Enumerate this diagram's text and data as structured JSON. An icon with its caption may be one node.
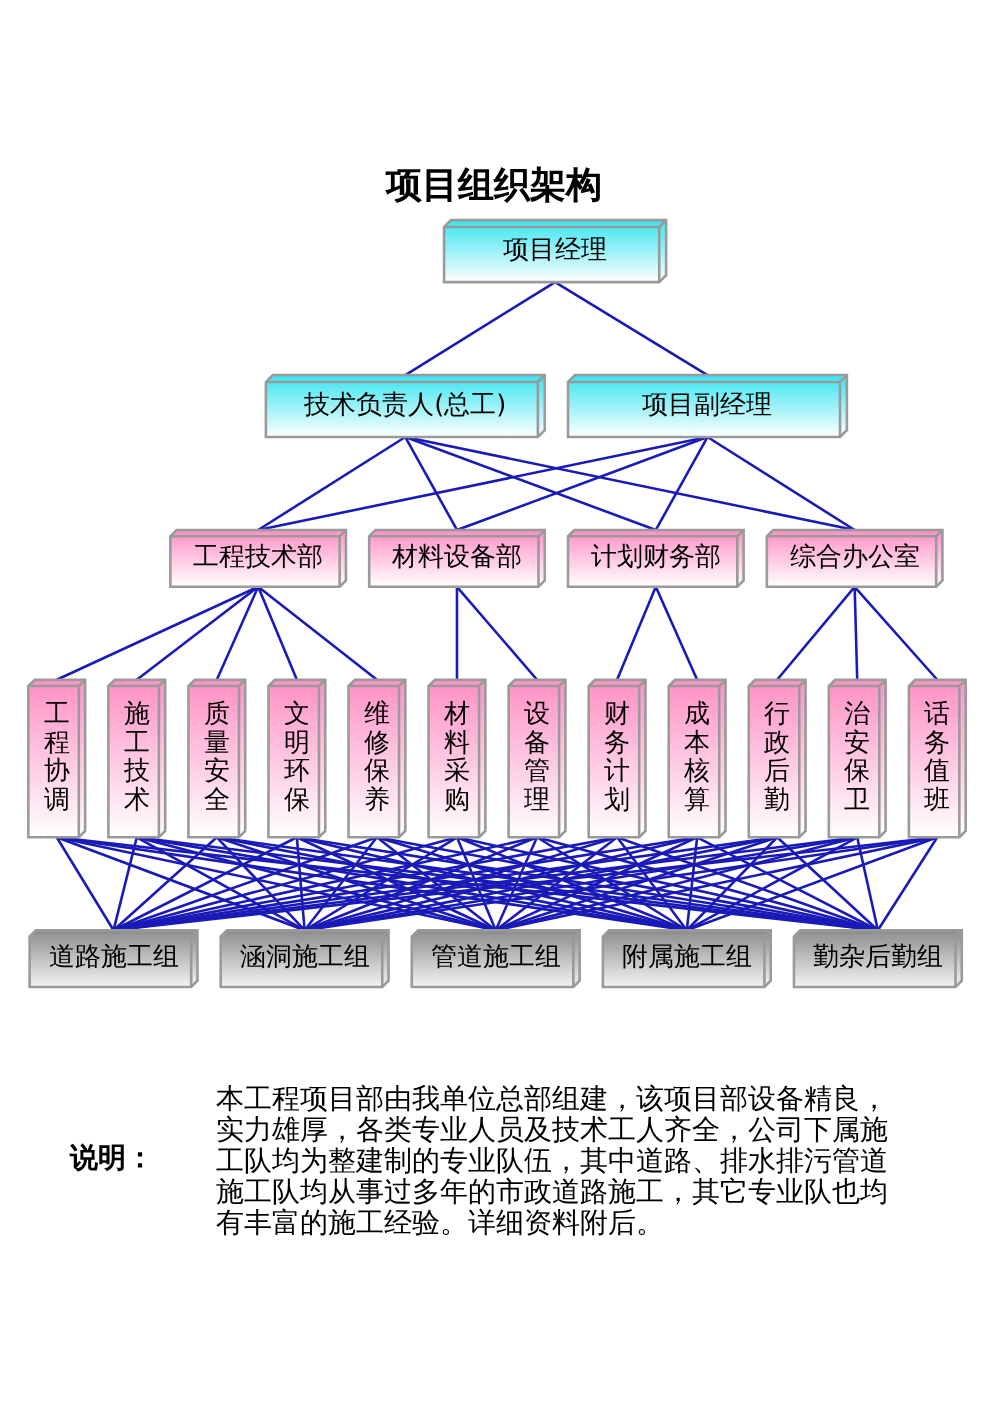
{
  "diagram": {
    "title": "项目组织架构",
    "nodes": [
      {
        "text": [
          "项目经理"
        ]
      },
      {
        "text": [
          "技术负责人(总工)"
        ]
      },
      {
        "text": [
          "项目副经理"
        ]
      },
      {
        "text": [
          "工程技术部"
        ]
      },
      {
        "text": [
          "材料设备部"
        ]
      },
      {
        "text": [
          "计划财务部"
        ]
      },
      {
        "text": [
          "综合办公室"
        ]
      },
      {
        "text": [
          "工程协调"
        ]
      },
      {
        "text": [
          "施工技术"
        ]
      },
      {
        "text": [
          "质量安全"
        ]
      },
      {
        "text": [
          "文明环保"
        ]
      },
      {
        "text": [
          "维修保养"
        ]
      },
      {
        "text": [
          "材料采购"
        ]
      },
      {
        "text": [
          "设备管理"
        ]
      },
      {
        "text": [
          "财务计划"
        ]
      },
      {
        "text": [
          "成本核算"
        ]
      },
      {
        "text": [
          "行政后勤"
        ]
      },
      {
        "text": [
          "治安保卫"
        ]
      },
      {
        "text": [
          "话务值班"
        ]
      },
      {
        "text": [
          "道路施工组"
        ]
      },
      {
        "text": [
          "涵洞施工组"
        ]
      },
      {
        "text": [
          "管道施工组"
        ]
      },
      {
        "text": [
          "附属施工组"
        ]
      },
      {
        "text": [
          "勤杂后勤组"
        ]
      }
    ],
    "edges": [
      {
        "from": 0,
        "to": 1,
        "arrow": "none"
      },
      {
        "from": 0,
        "to": 2,
        "arrow": "none"
      },
      {
        "from": 1,
        "to": 3,
        "arrow": "none"
      },
      {
        "from": 1,
        "to": 4,
        "arrow": "none"
      },
      {
        "from": 1,
        "to": 5,
        "arrow": "none"
      },
      {
        "from": 1,
        "to": 6,
        "arrow": "none"
      },
      {
        "from": 2,
        "to": 3,
        "arrow": "none"
      },
      {
        "from": 2,
        "to": 4,
        "arrow": "none"
      },
      {
        "from": 2,
        "to": 5,
        "arrow": "none"
      },
      {
        "from": 2,
        "to": 6,
        "arrow": "none"
      },
      {
        "from": 3,
        "to": 7,
        "arrow": "none"
      },
      {
        "from": 3,
        "to": 8,
        "arrow": "none"
      },
      {
        "from": 3,
        "to": 9,
        "arrow": "none"
      },
      {
        "from": 3,
        "to": 10,
        "arrow": "none"
      },
      {
        "from": 3,
        "to": 11,
        "arrow": "none"
      },
      {
        "from": 4,
        "to": 12,
        "arrow": "none"
      },
      {
        "from": 4,
        "to": 13,
        "arrow": "none"
      },
      {
        "from": 5,
        "to": 14,
        "arrow": "none"
      },
      {
        "from": 5,
        "to": 15,
        "arrow": "none"
      },
      {
        "from": 6,
        "to": 16,
        "arrow": "none"
      },
      {
        "from": 6,
        "to": 17,
        "arrow": "none"
      },
      {
        "from": 6,
        "to": 18,
        "arrow": "none"
      },
      {
        "from": 7,
        "to": 19,
        "arrow": "none"
      },
      {
        "from": 7,
        "to": 20,
        "arrow": "none"
      },
      {
        "from": 7,
        "to": 21,
        "arrow": "none"
      },
      {
        "from": 7,
        "to": 22,
        "arrow": "none"
      },
      {
        "from": 7,
        "to": 23,
        "arrow": "none"
      },
      {
        "from": 8,
        "to": 19,
        "arrow": "none"
      },
      {
        "from": 8,
        "to": 20,
        "arrow": "none"
      },
      {
        "from": 8,
        "to": 21,
        "arrow": "none"
      },
      {
        "from": 8,
        "to": 22,
        "arrow": "none"
      },
      {
        "from": 8,
        "to": 23,
        "arrow": "none"
      },
      {
        "from": 9,
        "to": 19,
        "arrow": "none"
      },
      {
        "from": 9,
        "to": 20,
        "arrow": "none"
      },
      {
        "from": 9,
        "to": 21,
        "arrow": "none"
      },
      {
        "from": 9,
        "to": 22,
        "arrow": "none"
      },
      {
        "from": 9,
        "to": 23,
        "arrow": "none"
      },
      {
        "from": 10,
        "to": 19,
        "arrow": "none"
      },
      {
        "from": 10,
        "to": 20,
        "arrow": "none"
      },
      {
        "from": 10,
        "to": 21,
        "arrow": "none"
      },
      {
        "from": 10,
        "to": 22,
        "arrow": "none"
      },
      {
        "from": 10,
        "to": 23,
        "arrow": "none"
      },
      {
        "from": 11,
        "to": 19,
        "arrow": "none"
      },
      {
        "from": 11,
        "to": 20,
        "arrow": "none"
      },
      {
        "from": 11,
        "to": 21,
        "arrow": "none"
      },
      {
        "from": 11,
        "to": 22,
        "arrow": "none"
      },
      {
        "from": 11,
        "to": 23,
        "arrow": "none"
      },
      {
        "from": 12,
        "to": 19,
        "arrow": "none"
      },
      {
        "from": 12,
        "to": 20,
        "arrow": "none"
      },
      {
        "from": 12,
        "to": 21,
        "arrow": "none"
      },
      {
        "from": 12,
        "to": 22,
        "arrow": "none"
      },
      {
        "from": 12,
        "to": 23,
        "arrow": "none"
      },
      {
        "from": 13,
        "to": 19,
        "arrow": "none"
      },
      {
        "from": 13,
        "to": 20,
        "arrow": "none"
      },
      {
        "from": 13,
        "to": 21,
        "arrow": "none"
      },
      {
        "from": 13,
        "to": 22,
        "arrow": "none"
      },
      {
        "from": 13,
        "to": 23,
        "arrow": "none"
      },
      {
        "from": 14,
        "to": 19,
        "arrow": "none"
      },
      {
        "from": 14,
        "to": 20,
        "arrow": "none"
      },
      {
        "from": 14,
        "to": 21,
        "arrow": "none"
      },
      {
        "from": 14,
        "to": 22,
        "arrow": "none"
      },
      {
        "from": 14,
        "to": 23,
        "arrow": "none"
      },
      {
        "from": 15,
        "to": 19,
        "arrow": "none"
      },
      {
        "from": 15,
        "to": 20,
        "arrow": "none"
      },
      {
        "from": 15,
        "to": 21,
        "arrow": "none"
      },
      {
        "from": 15,
        "to": 22,
        "arrow": "none"
      },
      {
        "from": 15,
        "to": 23,
        "arrow": "none"
      },
      {
        "from": 16,
        "to": 19,
        "arrow": "none"
      },
      {
        "from": 16,
        "to": 20,
        "arrow": "none"
      },
      {
        "from": 16,
        "to": 21,
        "arrow": "none"
      },
      {
        "from": 16,
        "to": 22,
        "arrow": "none"
      },
      {
        "from": 16,
        "to": 23,
        "arrow": "none"
      },
      {
        "from": 17,
        "to": 19,
        "arrow": "none"
      },
      {
        "from": 17,
        "to": 20,
        "arrow": "none"
      },
      {
        "from": 17,
        "to": 21,
        "arrow": "none"
      },
      {
        "from": 17,
        "to": 22,
        "arrow": "none"
      },
      {
        "from": 17,
        "to": 23,
        "arrow": "none"
      },
      {
        "from": 18,
        "to": 19,
        "arrow": "none"
      },
      {
        "from": 18,
        "to": 20,
        "arrow": "none"
      },
      {
        "from": 18,
        "to": 21,
        "arrow": "none"
      },
      {
        "from": 18,
        "to": 22,
        "arrow": "none"
      },
      {
        "from": 18,
        "to": 23,
        "arrow": "none"
      }
    ],
    "labels": [
      "说明：",
      "本工程项目部由我单位总部组建，该项目部设备精良，实力雄厚，各类专业人员及技术工人齐全，公司下属施工队均为整建制的专业队伍，其中道路、排水排污管道施工队均从事过多年的市政道路施工，其它专业队也均有丰富的施工经验。详细资料附后。"
    ]
  }
}
